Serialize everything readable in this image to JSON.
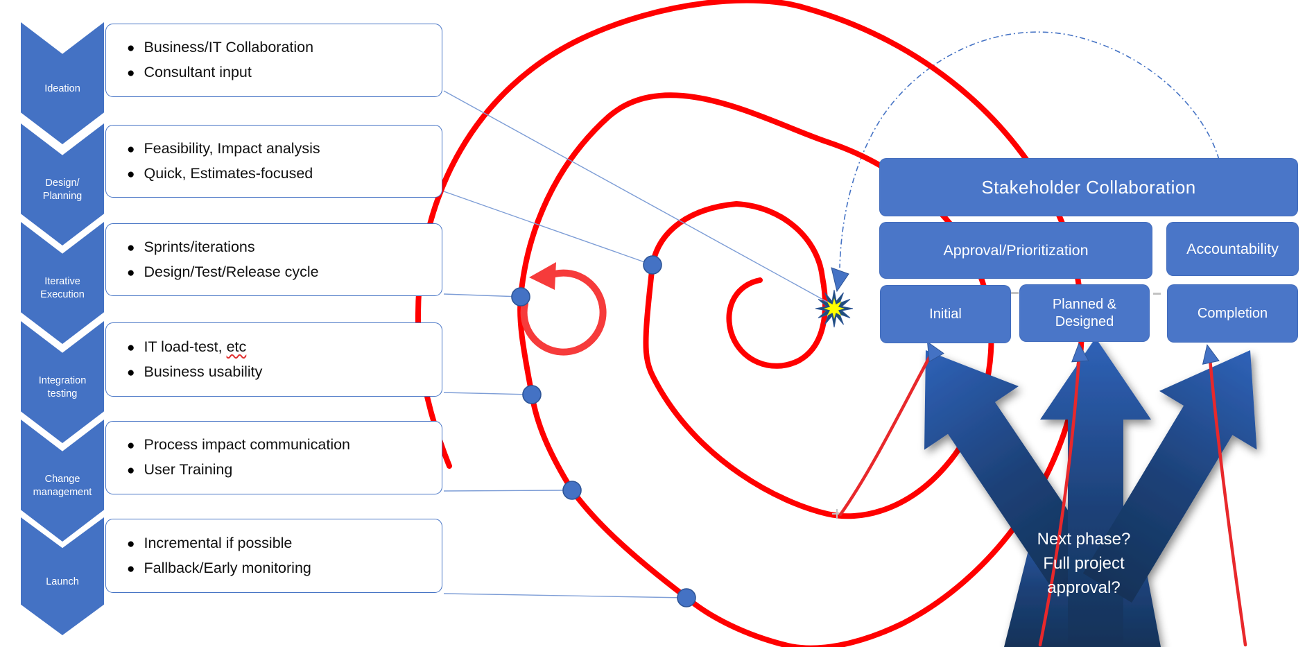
{
  "phases": [
    {
      "label": "Ideation",
      "line1": "Business/IT Collaboration",
      "line2": "Consultant input"
    },
    {
      "label": "Design/\nPlanning",
      "line1": "Feasibility, Impact analysis",
      "line2": "Quick, Estimates-focused"
    },
    {
      "label": "Iterative\nExecution",
      "line1": "Sprints/iterations",
      "line2": "Design/Test/Release cycle"
    },
    {
      "label": "Integration\ntesting",
      "line1": "IT load-test, ",
      "line1_tail": "etc",
      "line2": "Business usability"
    },
    {
      "label": "Change\nmanagement",
      "line1": "Process impact communication",
      "line2": "User Training"
    },
    {
      "label": "Launch",
      "line1": "Incremental if possible",
      "line2": "Fallback/Early monitoring"
    }
  ],
  "collaboration": {
    "title": "Stakeholder Collaboration",
    "approval": "Approval/Prioritization",
    "accountability": "Accountability",
    "initial": "Initial",
    "planned": "Planned &\nDesigned",
    "completion": "Completion"
  },
  "decision": {
    "line1": "Next phase?",
    "line2": "Full project",
    "line3": "approval?"
  },
  "icons": {
    "spiral": "spiral-path-icon",
    "iteration_loop": "circular-arrow-icon",
    "center_burst": "starburst-icon",
    "decision_arrows": "three-way-arrow-icon"
  },
  "colors": {
    "accent_blue": "#4472C4",
    "panel_blue": "#4a76c8",
    "spiral_red": "#FF0000",
    "swoosh_red": "#E8282B",
    "arrow_gradient_top": "#2F62B8",
    "arrow_gradient_bottom": "#123258",
    "starburst_yellow": "#FFFF00",
    "starburst_outline": "#1F4E79",
    "connector_blue": "#7D9DD6"
  }
}
